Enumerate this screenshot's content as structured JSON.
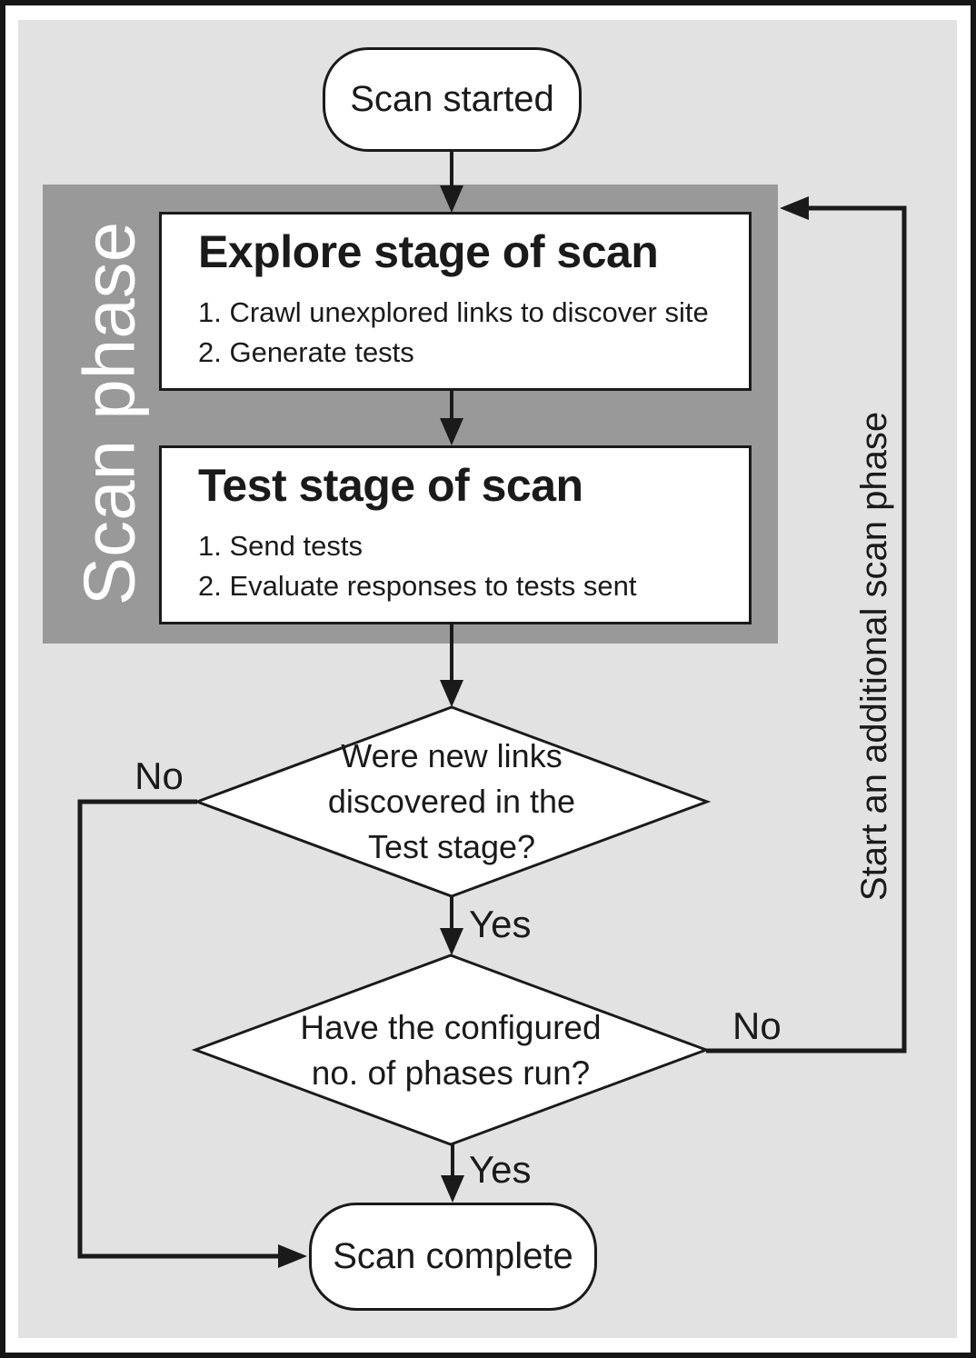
{
  "colors": {
    "background": "#e2e2e2",
    "phase_container": "#999999",
    "line": "#1a1a1a",
    "node_fill": "#ffffff",
    "phase_label_text": "#ffffff"
  },
  "nodes": {
    "start": {
      "label": "Scan started"
    },
    "end": {
      "label": "Scan complete"
    }
  },
  "phase": {
    "label": "Scan phase",
    "explore": {
      "title": "Explore stage of scan",
      "item1": "1. Crawl unexplored links to discover site",
      "item2": "2. Generate tests"
    },
    "test": {
      "title": "Test stage of scan",
      "item1": "1. Send tests",
      "item2": "2. Evaluate responses to tests sent"
    }
  },
  "decision1": {
    "line1": "Were new links",
    "line2": "discovered in the",
    "line3": "Test stage?",
    "yes_label": "Yes",
    "no_label": "No"
  },
  "decision2": {
    "line1": "Have the configured",
    "line2": "no. of phases run?",
    "yes_label": "Yes",
    "no_label": "No"
  },
  "loop": {
    "label": "Start an additional scan phase"
  }
}
